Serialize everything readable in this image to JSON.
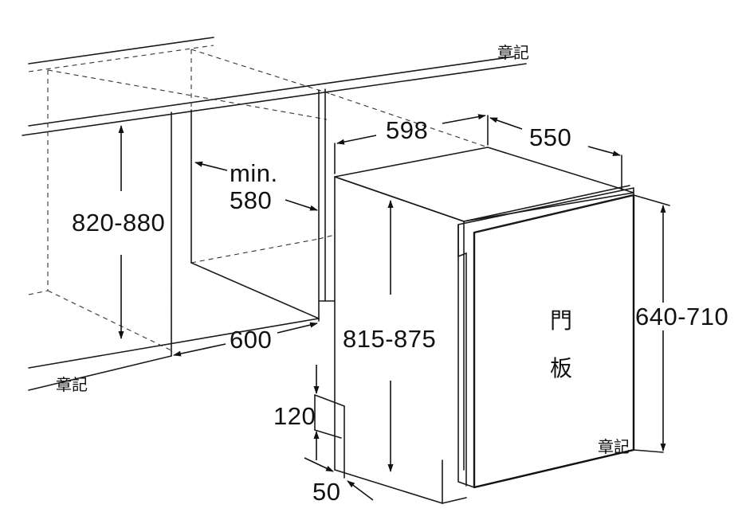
{
  "dimensions": {
    "niche_height": "820-880",
    "min_depth_line1": "min.",
    "min_depth_line2": "580",
    "niche_width": "600",
    "appliance_width": "598",
    "appliance_depth": "550",
    "appliance_height": "815-875",
    "door_panel_height": "640-710",
    "plinth_height": "120",
    "plinth_depth": "50"
  },
  "labels": {
    "stamp_top": "章記",
    "stamp_left": "章記",
    "stamp_right": "章記",
    "door_panel_char1": "門",
    "door_panel_char2": "板"
  },
  "colors": {
    "line": "#111111",
    "background": "#ffffff"
  }
}
